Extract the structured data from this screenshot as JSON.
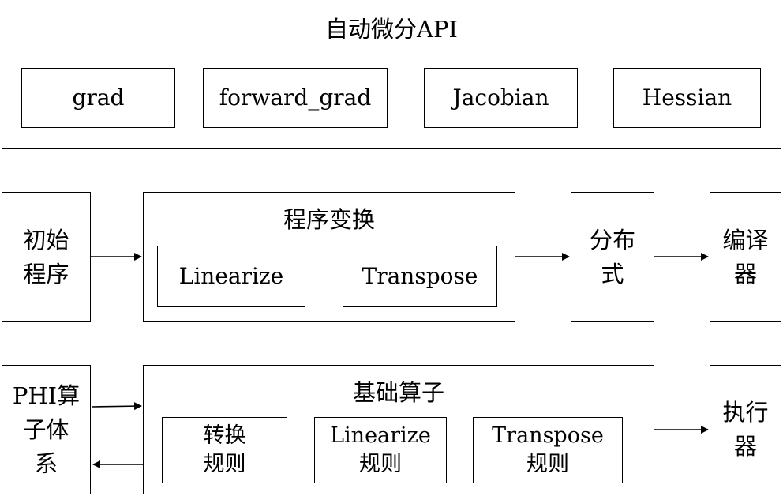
{
  "api": {
    "title": "自动微分API",
    "items": [
      "grad",
      "forward_grad",
      "Jacobian",
      "Hessian"
    ]
  },
  "middle": {
    "initial": [
      "初始",
      "程序"
    ],
    "transform": {
      "title": "程序变换",
      "items": [
        "Linearize",
        "Transpose"
      ]
    },
    "distributed": [
      "分布",
      "式"
    ],
    "compiler": [
      "编译",
      "器"
    ]
  },
  "bottom": {
    "phi": [
      "PHI算",
      "子体",
      "系"
    ],
    "basic_ops": {
      "title": "基础算子",
      "items": [
        [
          "转换",
          "规则"
        ],
        [
          "Linearize",
          "规则"
        ],
        [
          "Transpose",
          "规则"
        ]
      ]
    },
    "executor": [
      "执行",
      "器"
    ]
  }
}
